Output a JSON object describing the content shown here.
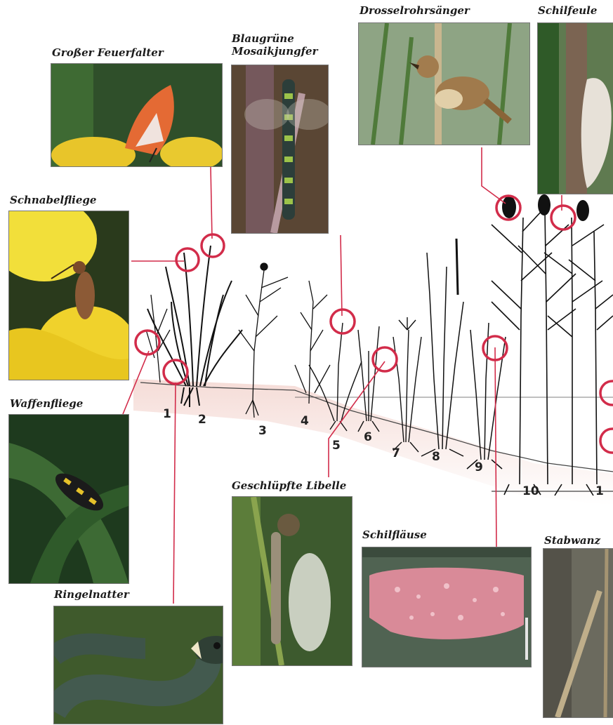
{
  "species": [
    {
      "id": "feuerfalter",
      "title": "Großer Feuerfalter"
    },
    {
      "id": "mosaikjungfer",
      "title_line1": "Blaugrüne",
      "title_line2": "Mosaikjungfer"
    },
    {
      "id": "drosselrohrsaenger",
      "title": "Drosselrohrsänger"
    },
    {
      "id": "schilfeule",
      "title": "Schilfeule"
    },
    {
      "id": "schnabelfliege",
      "title": "Schnabelfliege"
    },
    {
      "id": "waffenfliege",
      "title": "Waffenfliege"
    },
    {
      "id": "geschluepfte_libelle",
      "title": "Geschlüpfte Libelle"
    },
    {
      "id": "schilflaeuse",
      "title": "Schilfläuse"
    },
    {
      "id": "stabwanze",
      "title": "Stabwanz"
    },
    {
      "id": "ringelnatter",
      "title": "Ringelnatter"
    }
  ],
  "zone_numbers": [
    "1",
    "2",
    "3",
    "4",
    "5",
    "6",
    "7",
    "8",
    "9",
    "10",
    "1"
  ],
  "colors": {
    "callout_line": "#d22c4a",
    "soil": "#f6e3e0",
    "ink": "#1b1b1b"
  }
}
